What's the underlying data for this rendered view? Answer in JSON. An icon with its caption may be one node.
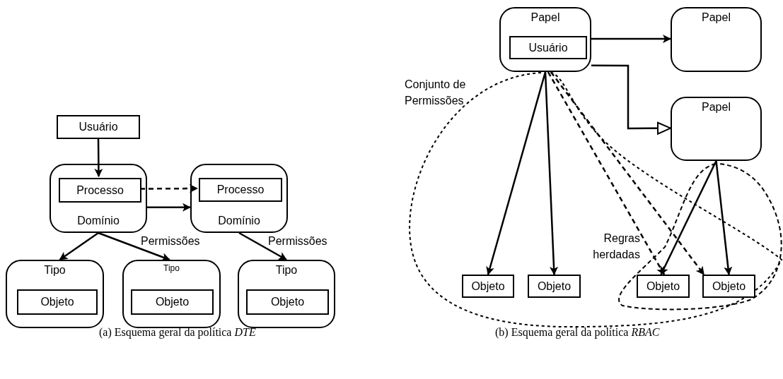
{
  "diagram": {
    "nodes": [
      {
        "text": [
          "Usuário"
        ]
      },
      {
        "text": [
          "Domínio"
        ]
      },
      {
        "text": [
          "Processo"
        ],
        "in": 1
      },
      {
        "text": [
          "Domínio"
        ]
      },
      {
        "text": [
          "Processo"
        ],
        "in": 3
      },
      {
        "text": [
          "Tipo"
        ]
      },
      {
        "text": [
          "Objeto"
        ],
        "in": 5
      },
      {
        "text": [
          "Tipo"
        ]
      },
      {
        "text": [
          "Objeto"
        ],
        "in": 7
      },
      {
        "text": [
          "Tipo"
        ]
      },
      {
        "text": [
          "Objeto"
        ],
        "in": 9
      },
      {
        "text": [
          "Papel"
        ]
      },
      {
        "text": [
          "Usuário"
        ],
        "in": 11
      },
      {
        "text": [
          "Papel"
        ]
      },
      {
        "text": [
          "Papel"
        ]
      },
      {
        "text": [
          "Objeto"
        ]
      },
      {
        "text": [
          "Objeto"
        ]
      },
      {
        "text": [
          "Objeto"
        ]
      },
      {
        "text": [
          "Objeto"
        ]
      }
    ],
    "edges": [
      {
        "from": 0,
        "to": 2,
        "arrow": "to"
      },
      {
        "from": 2,
        "to": 4,
        "arrow": "to",
        "style": "dashed"
      },
      {
        "from": 1,
        "to": 3,
        "arrow": "to"
      },
      {
        "from": 1,
        "to": 5,
        "arrow": "to"
      },
      {
        "from": 1,
        "to": 7,
        "arrow": "to",
        "label": "Permissões"
      },
      {
        "from": 3,
        "to": 9,
        "arrow": "to",
        "label": "Permissões"
      },
      {
        "from": 11,
        "to": 13,
        "arrow": "to"
      },
      {
        "from": 11,
        "to": 14,
        "arrow": "to"
      },
      {
        "from": 11,
        "to": 15,
        "arrow": "to"
      },
      {
        "from": 11,
        "to": 16,
        "arrow": "to"
      },
      {
        "from": 11,
        "to": 17,
        "arrow": "to",
        "style": "dashed"
      },
      {
        "from": 11,
        "to": 18,
        "arrow": "to",
        "style": "dashed"
      },
      {
        "from": 14,
        "to": 17,
        "arrow": "to"
      },
      {
        "from": 14,
        "to": 18,
        "arrow": "to"
      }
    ],
    "labels": [
      "Conjunto de Permissões",
      "Regras herdadas",
      "(a) Esquema geral da política *DTE*",
      "(b) Esquema geral da política *RBAC*"
    ]
  }
}
